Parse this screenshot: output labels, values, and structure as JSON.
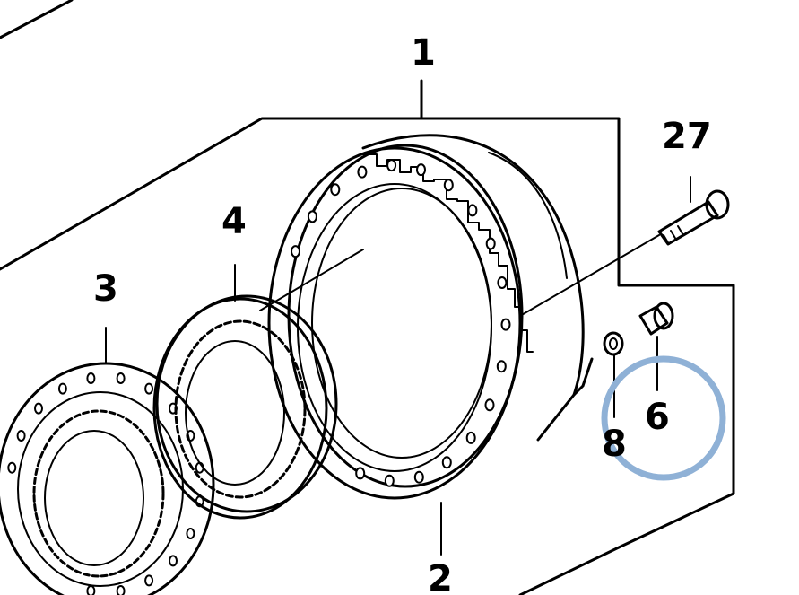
{
  "callouts": {
    "c1": "1",
    "c2": "2",
    "c3": "3",
    "c4": "4",
    "c6": "6",
    "c8": "8",
    "c27": "27"
  },
  "highlight": {
    "color": "#8fb1d6",
    "target": "6"
  }
}
